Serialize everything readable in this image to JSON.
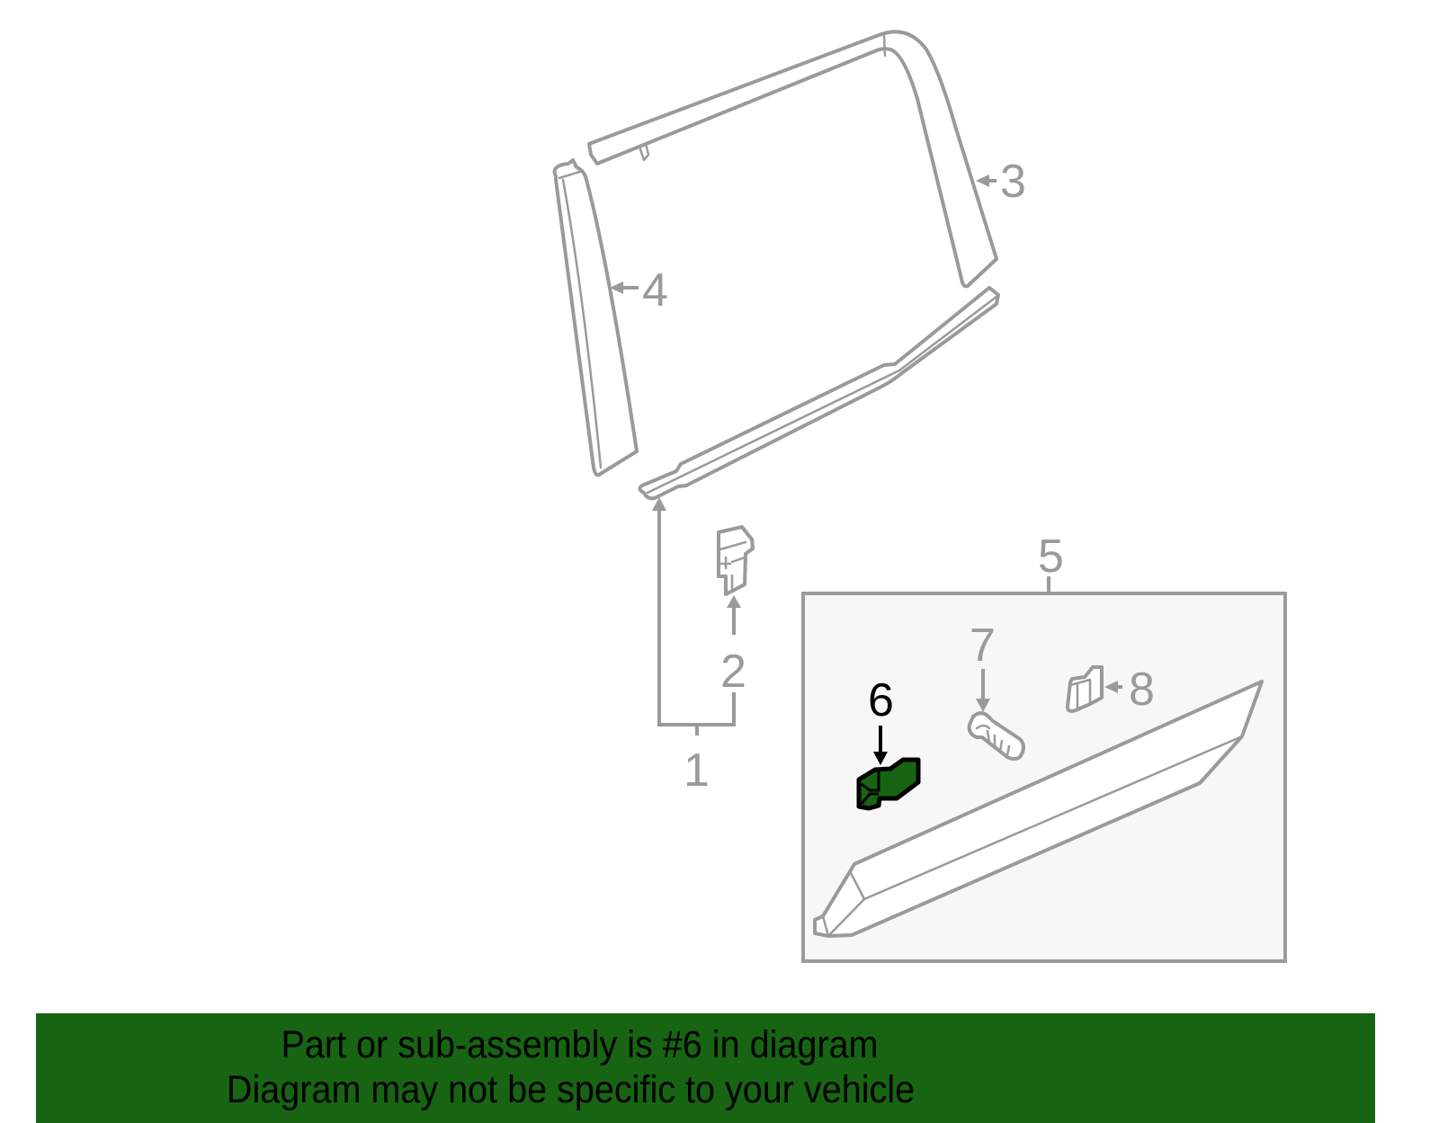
{
  "diagram": {
    "callouts": {
      "c1": "1",
      "c2": "2",
      "c3": "3",
      "c4": "4",
      "c5": "5",
      "c6": "6",
      "c7": "7",
      "c8": "8"
    },
    "highlighted_part": "6",
    "colors": {
      "line_gray": "#9a9a9a",
      "highlight_green": "#176412",
      "subassembly_box_fill": "#f7f7f7",
      "banner_green": "#176412"
    }
  },
  "banner": {
    "line1": "Part or sub-assembly is #6 in diagram",
    "line2": "Diagram may not be specific to your vehicle"
  }
}
